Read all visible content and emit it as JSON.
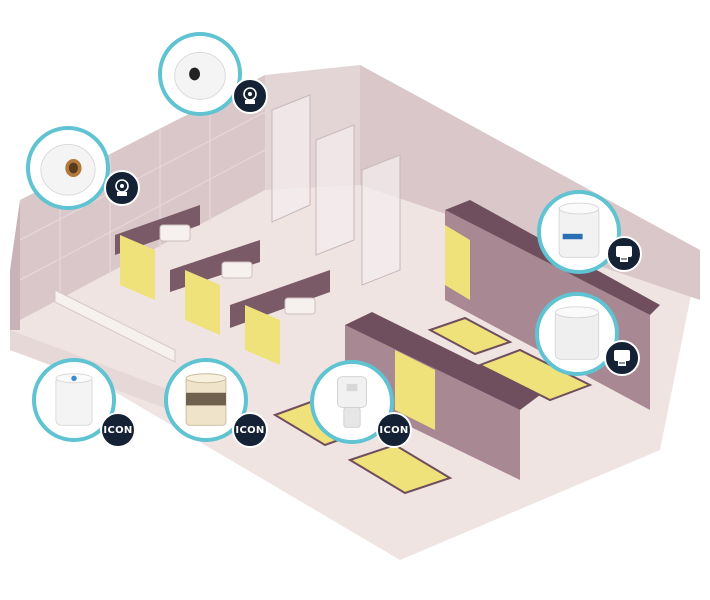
{
  "scene": {
    "colors": {
      "floor": "#efe4e2",
      "wall": "#d9c7c9",
      "wall_dark": "#b59ca3",
      "partition": "#7a5a66",
      "locker": "#a88892",
      "locker_dark": "#6f4f5d",
      "yellow": "#efe27a",
      "accent_ring": "#5fc3d2",
      "badge_bg": "#152235"
    }
  },
  "products": [
    {
      "id": "jumbo-roll-top",
      "badge_icon": "toilet-roll-dispenser-icon",
      "badge_text": ""
    },
    {
      "id": "jumbo-roll-left",
      "badge_icon": "toilet-roll-dispenser-icon",
      "badge_text": ""
    },
    {
      "id": "kleenex-towel-roll",
      "badge_icon": "towel-dispenser-icon",
      "badge_text": ""
    },
    {
      "id": "hand-towel-roll",
      "badge_icon": "towel-dispenser-icon",
      "badge_text": ""
    },
    {
      "id": "kleenex-core-roll",
      "badge_icon": "",
      "badge_text": "ICON"
    },
    {
      "id": "cottonelle-roll",
      "badge_icon": "",
      "badge_text": "ICON"
    },
    {
      "id": "soap-dispenser",
      "badge_icon": "",
      "badge_text": "ICON"
    }
  ]
}
